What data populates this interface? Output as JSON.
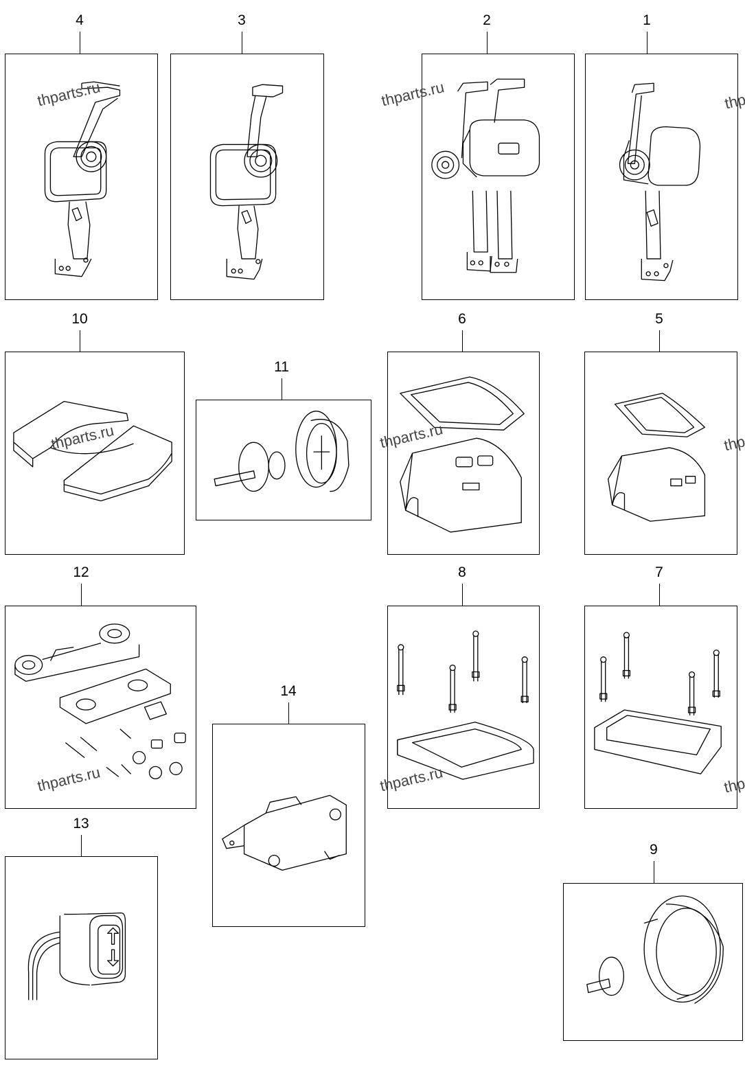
{
  "diagram": {
    "parts": [
      {
        "id": "4",
        "label": "4",
        "icon": "single-lever-side-mount-control-icon"
      },
      {
        "id": "3",
        "label": "3",
        "icon": "single-lever-flush-mount-control-icon"
      },
      {
        "id": "2",
        "label": "2",
        "icon": "twin-lever-top-mount-control-icon"
      },
      {
        "id": "1",
        "label": "1",
        "icon": "single-lever-top-mount-control-icon"
      },
      {
        "id": "10",
        "label": "10",
        "icon": "split-gasket-plate-icon"
      },
      {
        "id": "11",
        "label": "11",
        "icon": "neutral-button-knob-icon"
      },
      {
        "id": "6",
        "label": "6",
        "icon": "twin-top-cover-housing-icon"
      },
      {
        "id": "5",
        "label": "5",
        "icon": "single-top-cover-housing-icon"
      },
      {
        "id": "12",
        "label": "12",
        "icon": "hardware-kit-icon"
      },
      {
        "id": "8",
        "label": "8",
        "icon": "twin-base-spacer-with-bolts-icon"
      },
      {
        "id": "7",
        "label": "7",
        "icon": "single-base-spacer-with-bolts-icon"
      },
      {
        "id": "14",
        "label": "14",
        "icon": "micro-switch-icon"
      },
      {
        "id": "13",
        "label": "13",
        "icon": "trim-tilt-switch-icon"
      },
      {
        "id": "9",
        "label": "9",
        "icon": "knob-ring-icon"
      }
    ],
    "watermark": "thparts.ru"
  }
}
